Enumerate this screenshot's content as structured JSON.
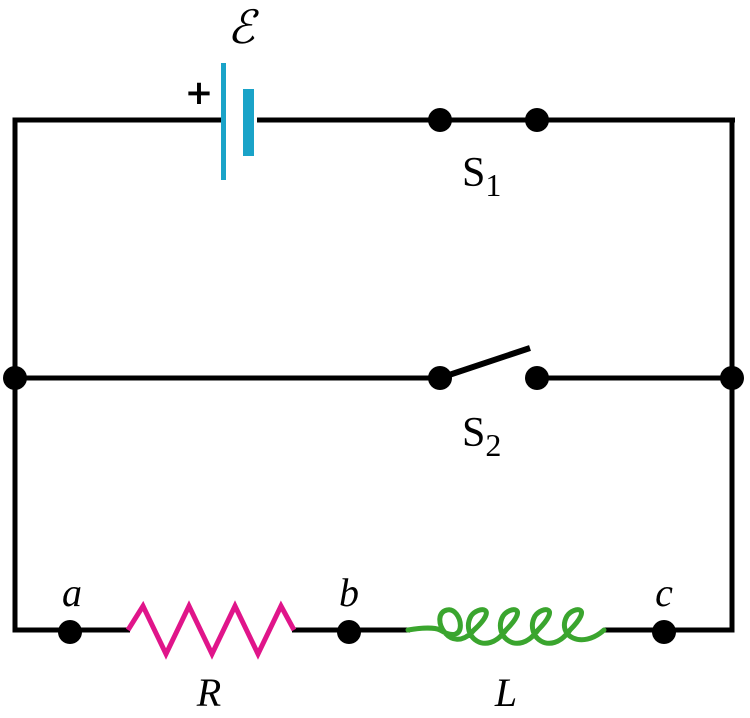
{
  "colors": {
    "wire": "#000000",
    "battery": "#1aa3c8",
    "resistor": "#e0158a",
    "inductor": "#3aa52e"
  },
  "battery": {
    "symbol": "ℰ",
    "polarity": "+"
  },
  "switches": [
    {
      "label": "S",
      "subscript": "1",
      "state": "closed"
    },
    {
      "label": "S",
      "subscript": "2",
      "state": "open"
    }
  ],
  "resistor": {
    "label": "R"
  },
  "inductor": {
    "label": "L"
  },
  "nodes": {
    "a": "a",
    "b": "b",
    "c": "c"
  }
}
